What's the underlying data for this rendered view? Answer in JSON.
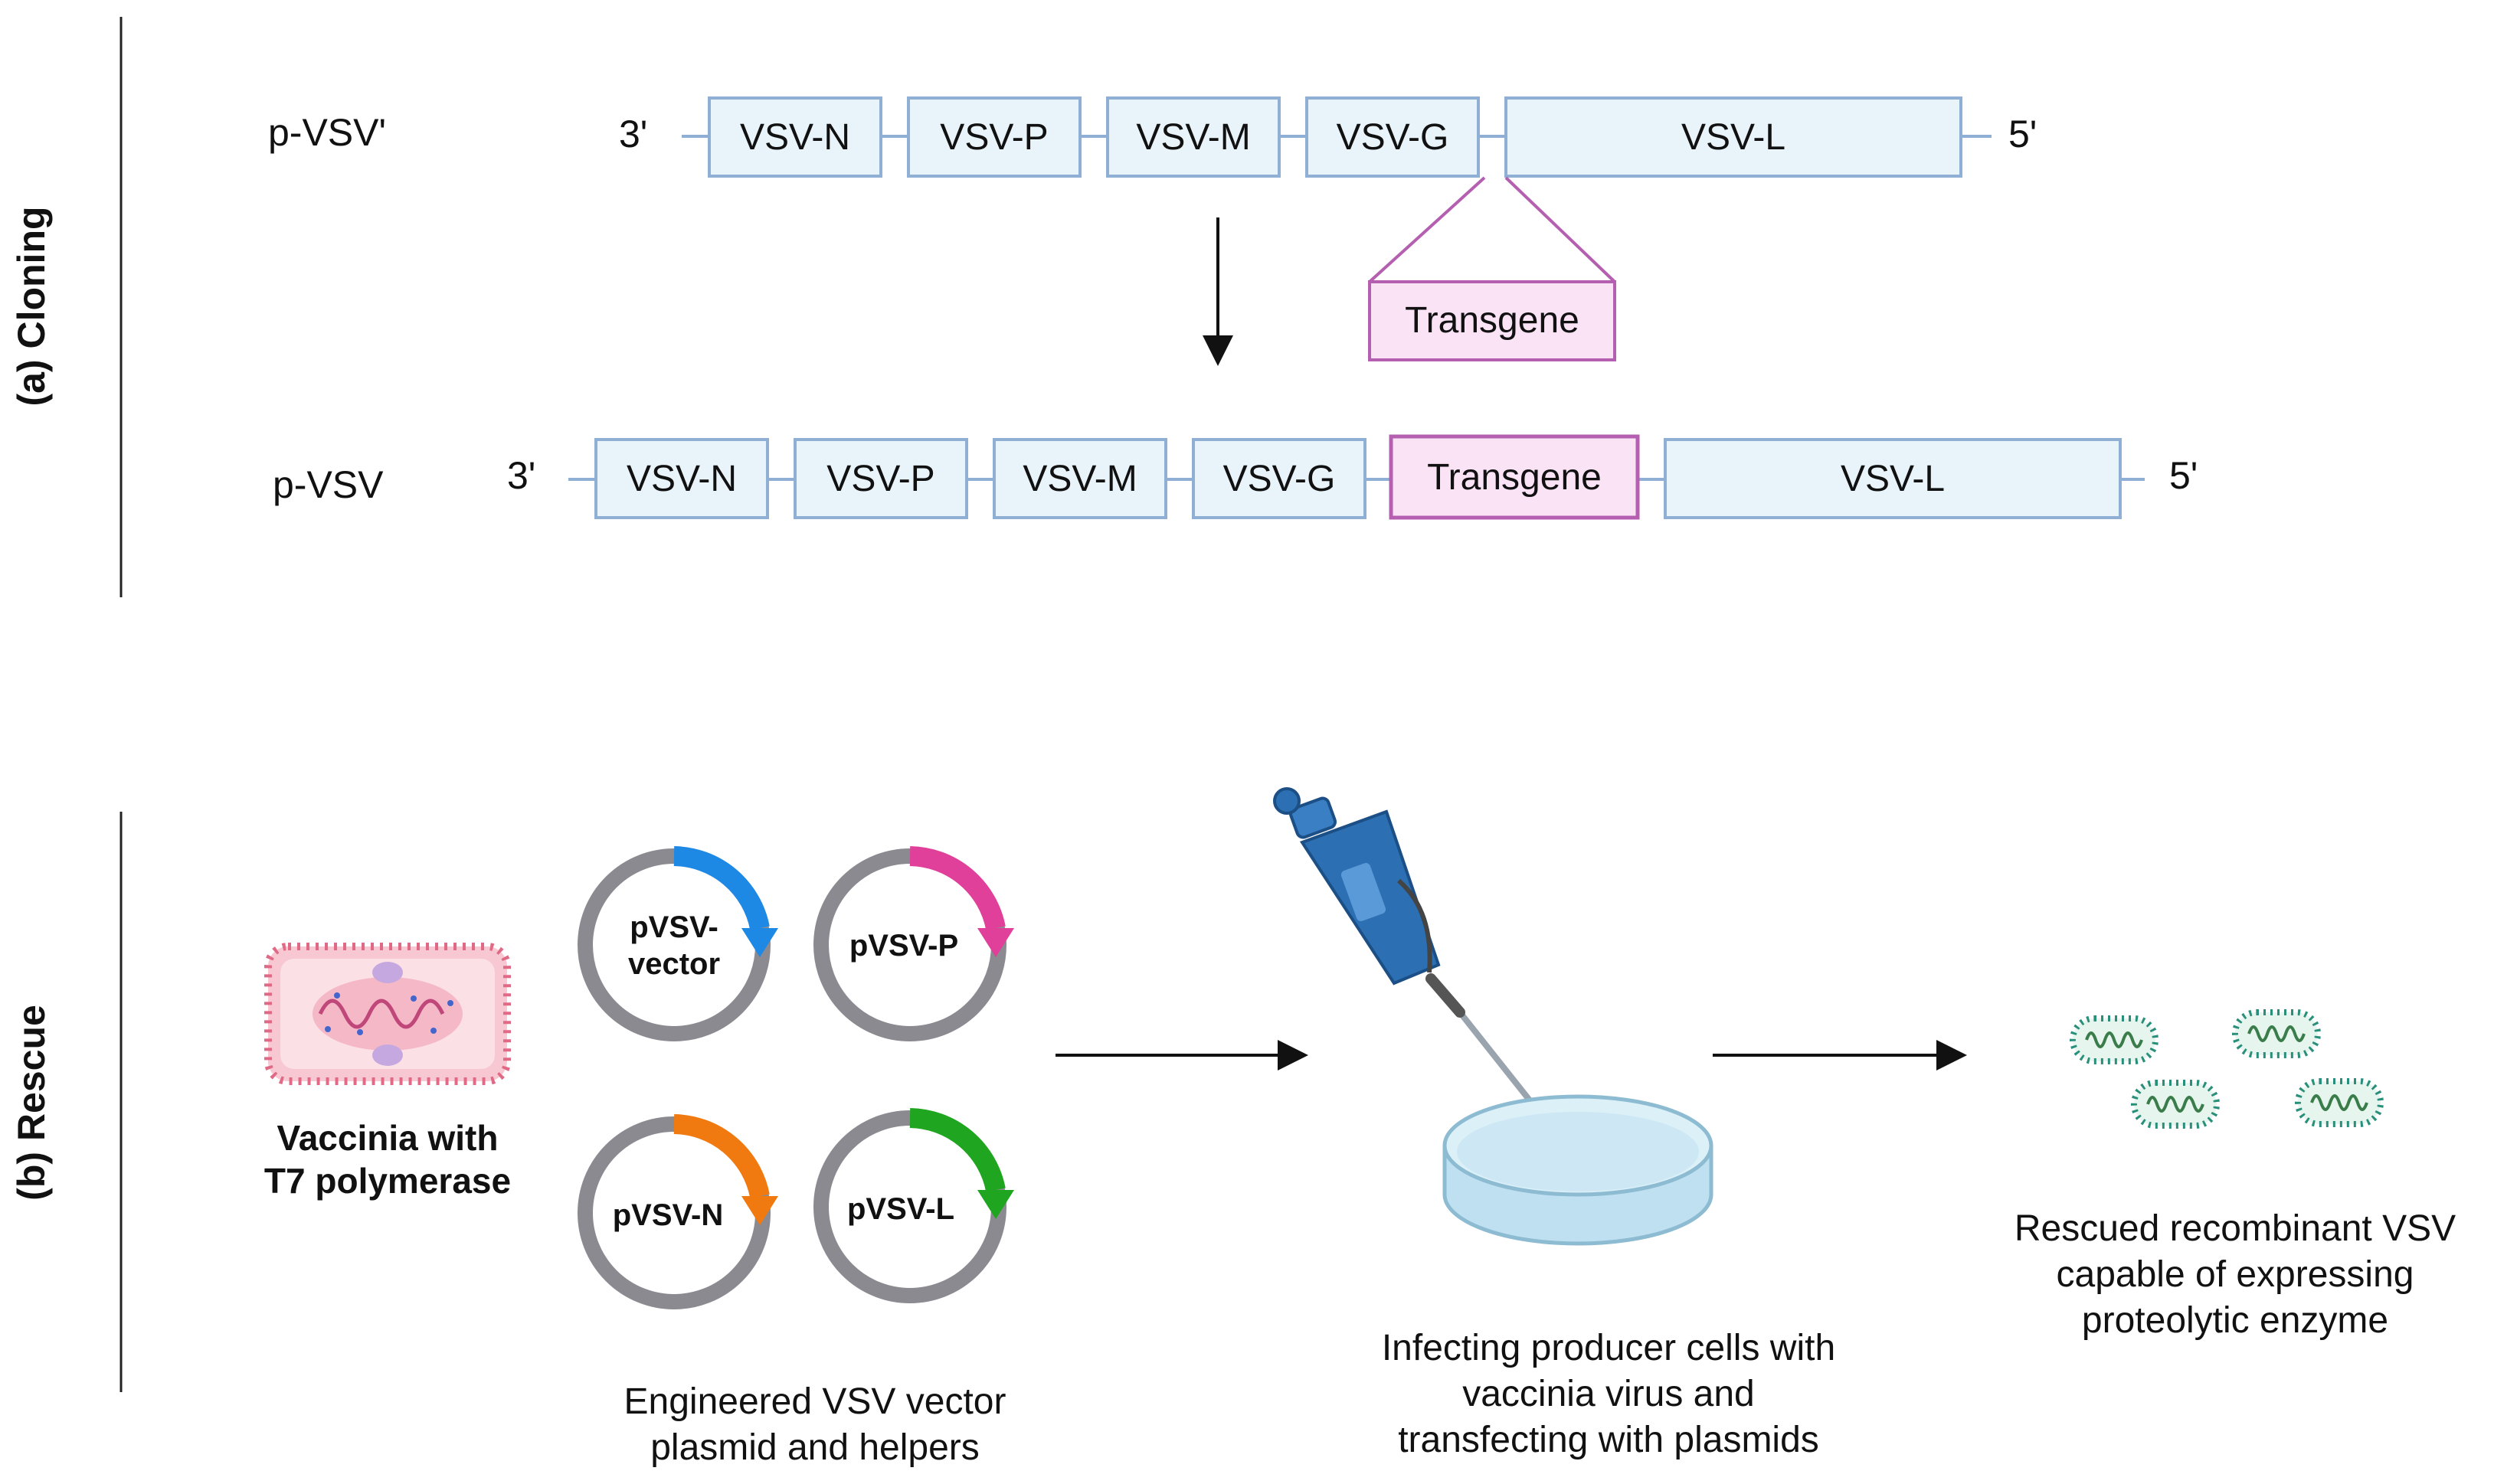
{
  "panel_a": {
    "label": "(a) Cloning",
    "construct_top": {
      "name": "p-VSV'",
      "end_3": "3'",
      "end_5": "5'",
      "genes": [
        "VSV-N",
        "VSV-P",
        "VSV-M",
        "VSV-G",
        "VSV-L"
      ],
      "insert": "Transgene"
    },
    "construct_bottom": {
      "name": "p-VSV",
      "end_3": "3'",
      "end_5": "5'",
      "genes": [
        "VSV-N",
        "VSV-P",
        "VSV-M",
        "VSV-G",
        "Transgene",
        "VSV-L"
      ]
    }
  },
  "panel_b": {
    "label": "(b) Rescue",
    "vaccinia": {
      "line1": "Vaccinia with",
      "line2": "T7 polymerase"
    },
    "plasmids": [
      {
        "label_line1": "pVSV-",
        "label_line2": "vector",
        "color": "#1e88e5"
      },
      {
        "label_line1": "pVSV-P",
        "label_line2": "",
        "color": "#e0409a"
      },
      {
        "label_line1": "pVSV-N",
        "label_line2": "",
        "color": "#f07a10"
      },
      {
        "label_line1": "pVSV-L",
        "label_line2": "",
        "color": "#1fa51f"
      }
    ],
    "plasmids_caption": {
      "line1": "Engineered VSV vector",
      "line2": "plasmid and helpers"
    },
    "step2_caption": {
      "line1": "Infecting producer cells with",
      "line2": "vaccinia virus and",
      "line3": "transfecting with plasmids"
    },
    "result_caption": {
      "line1": "Rescued recombinant VSV",
      "line2": "capable of expressing",
      "line3": "proteolytic enzyme"
    }
  },
  "colors": {
    "gene_fill": "#e8f3fa",
    "gene_stroke": "#8fb0d4",
    "transgene_fill": "#fbe3f6",
    "transgene_stroke": "#b45fb0",
    "plasmid_ring": "#8a8a90",
    "petri_liquid": "#cde8f4",
    "pipette_blue": "#2c6fb3"
  },
  "icons": {
    "vaccinia": "vaccinia-virus-icon",
    "pipette": "pipette-icon",
    "petri_dish": "petri-dish-icon",
    "virus": "vsv-virion-icon"
  }
}
